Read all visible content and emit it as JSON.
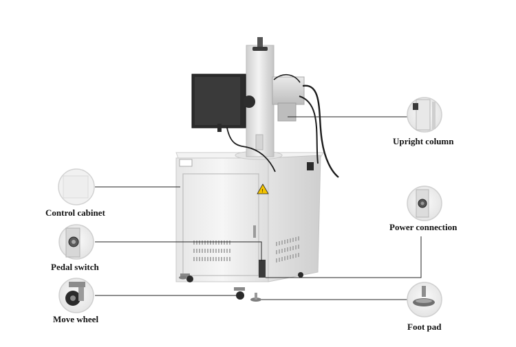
{
  "colors": {
    "background": "#ffffff",
    "cabinet": "#f1f1f1",
    "metal": "#d9d9d9",
    "monitor": "#2b2b2b",
    "cable": "#1a1a1a",
    "leader_line": "#222222",
    "warning": "#f2c200",
    "label_text": "#111111"
  },
  "callouts": {
    "upright_column": {
      "label": "Upright column",
      "icon": "upright-column-detail-icon"
    },
    "control_cabinet": {
      "label": "Control cabinet",
      "icon": "cabinet-surface-detail-icon"
    },
    "power_connection": {
      "label": "Power connection",
      "icon": "power-socket-detail-icon"
    },
    "pedal_switch": {
      "label": "Pedal switch",
      "icon": "pedal-socket-detail-icon"
    },
    "move_wheel": {
      "label": "Move wheel",
      "icon": "caster-wheel-detail-icon"
    },
    "foot_pad": {
      "label": "Foot pad",
      "icon": "leveling-foot-detail-icon"
    }
  }
}
